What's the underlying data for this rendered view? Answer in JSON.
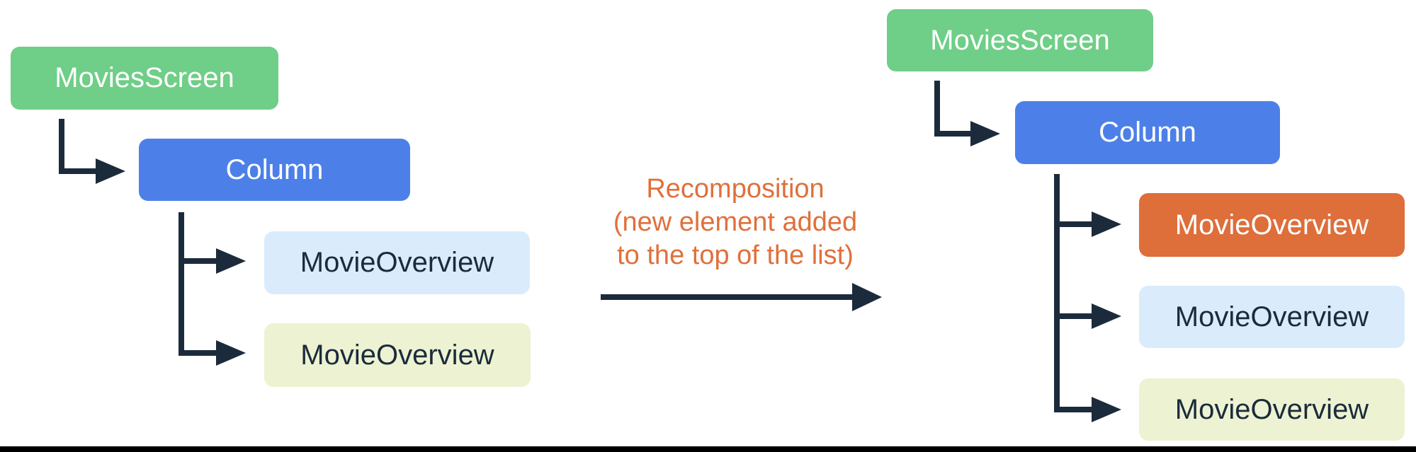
{
  "left_tree": {
    "root_label": "MoviesScreen",
    "container_label": "Column",
    "children": [
      {
        "label": "MovieOverview",
        "color": "#DAECFB"
      },
      {
        "label": "MovieOverview",
        "color": "#EDF2D2"
      }
    ]
  },
  "transition": {
    "line1": "Recomposition",
    "line2": "(new element added",
    "line3": "to the top of the list)",
    "text_color": "#E0703B"
  },
  "right_tree": {
    "root_label": "MoviesScreen",
    "container_label": "Column",
    "children": [
      {
        "label": "MovieOverview",
        "color": "#DE6E3A",
        "new_element": true
      },
      {
        "label": "MovieOverview",
        "color": "#DAECFB"
      },
      {
        "label": "MovieOverview",
        "color": "#EDF2D2"
      }
    ]
  },
  "colors": {
    "root_box": "#6FCE87",
    "container_box": "#4C80E8",
    "new_item_box": "#DE6E3A",
    "item_blue_box": "#DAECFB",
    "item_yellow_box": "#EDF2D2",
    "connector": "#1B2B3B",
    "label_on_dark": "#FFFFFF",
    "label_on_light": "#1B2B3B",
    "bottom_bar": "#000000"
  }
}
